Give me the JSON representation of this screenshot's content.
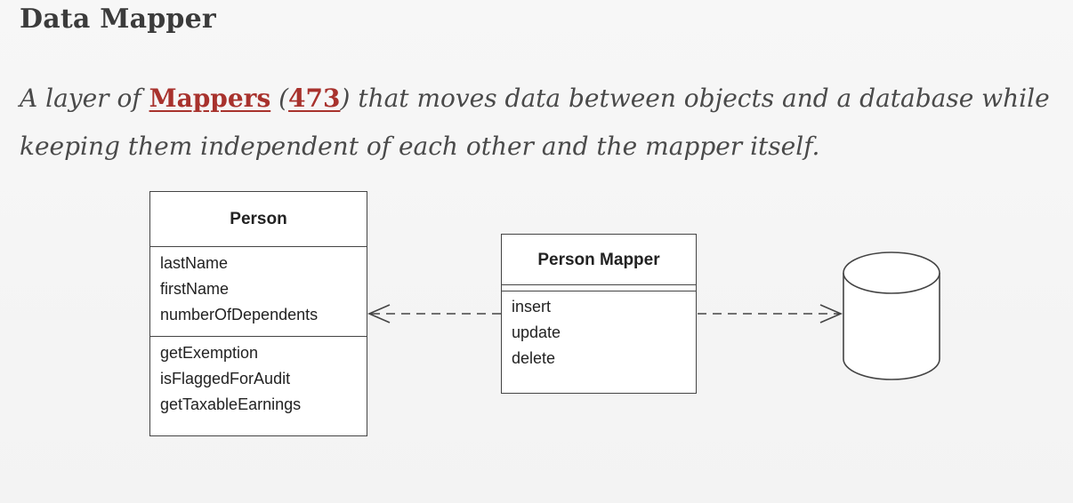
{
  "heading": "Data Mapper",
  "description": {
    "prefix": "A layer of ",
    "link_text": "Mappers",
    "paren_open": " (",
    "page_ref": "473",
    "paren_close": ")",
    "suffix": " that moves data between objects and a database while keeping them independent of each other and the mapper itself."
  },
  "diagram": {
    "person": {
      "name": "Person",
      "attributes": [
        "lastName",
        "firstName",
        "numberOfDependents"
      ],
      "operations": [
        "getExemption",
        "isFlaggedForAudit",
        "getTaxableEarnings"
      ]
    },
    "mapper": {
      "name": "Person Mapper",
      "operations": [
        "insert",
        "update",
        "delete"
      ]
    }
  },
  "colors": {
    "link": "#a8322d",
    "text": "#4a4a4a",
    "line": "#444444"
  }
}
